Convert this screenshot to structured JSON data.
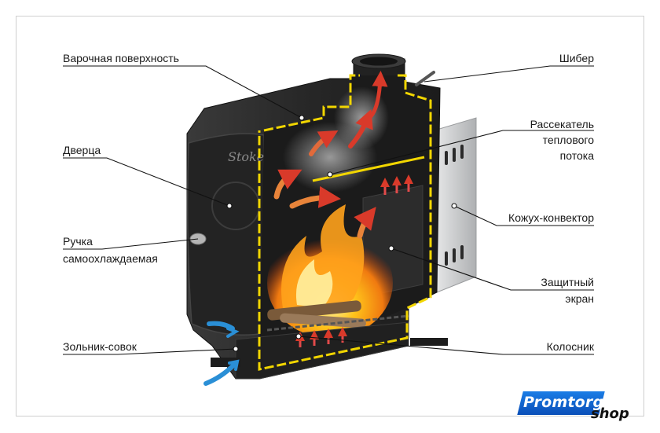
{
  "diagram": {
    "labels": {
      "cooking_surface": "Варочная поверхность",
      "door": "Дверца",
      "handle_line1": "Ручка",
      "handle_line2": "самоохлаждаемая",
      "ash_pan": "Зольник-совок",
      "damper": "Шибер",
      "heat_divider_line1": "Рассекатель",
      "heat_divider_line2": "теплового",
      "heat_divider_line3": "потока",
      "convector_casing": "Кожух-конвектор",
      "protective_screen_line1": "Защитный",
      "protective_screen_line2": "экран",
      "grate": "Колосник"
    },
    "stove_brand": "Stoke",
    "colors": {
      "stove_body": "#2b2b2b",
      "outline": "#f2d600",
      "hot_arrow": "#d93a2a",
      "warm_arrow": "#e8843a",
      "cold_arrow": "#2a8fd6",
      "casing": "#c9cbcd"
    }
  },
  "watermark": {
    "main": "Promtorg",
    "sub": "shop"
  }
}
